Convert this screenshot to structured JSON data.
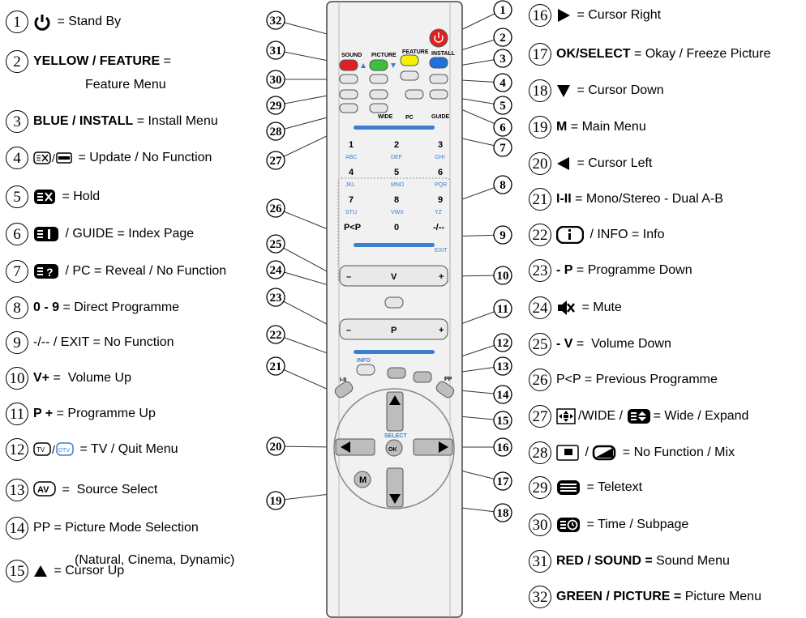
{
  "left_legend": [
    {
      "num": "1",
      "icon": "power-icon",
      "bold": "",
      "text": " = Stand By"
    },
    {
      "num": "2",
      "icon": "",
      "bold": "YELLOW / FEATURE",
      "text": " ="
    },
    {
      "num": "3",
      "icon": "",
      "bold": "BLUE / INSTALL",
      "text": " = Install Menu"
    },
    {
      "num": "4",
      "icon": "update-icon",
      "bold": "",
      "text": " = Update / No Function"
    },
    {
      "num": "5",
      "icon": "hold-icon",
      "bold": "",
      "text": " = Hold"
    },
    {
      "num": "6",
      "icon": "index-icon",
      "bold": "",
      "text": " / GUIDE = Index Page"
    },
    {
      "num": "7",
      "icon": "reveal-icon",
      "bold": "",
      "text": " / PC = Reveal / No Function"
    },
    {
      "num": "8",
      "icon": "",
      "bold": "0 - 9",
      "text": " = Direct Programme"
    },
    {
      "num": "9",
      "icon": "",
      "bold": "",
      "text": "-/-- / EXIT = No Function"
    },
    {
      "num": "10",
      "icon": "",
      "bold": "V+",
      "text": " =  Volume Up"
    },
    {
      "num": "11",
      "icon": "",
      "bold": "P +",
      "text": " = Programme Up"
    },
    {
      "num": "12",
      "icon": "tv-icon",
      "bold": "",
      "text": " = TV / Quit Menu"
    },
    {
      "num": "13",
      "icon": "av-icon",
      "bold": "",
      "text": " =  Source Select"
    },
    {
      "num": "14",
      "icon": "",
      "bold": "",
      "text": "PP = Picture Mode Selection"
    },
    {
      "num": "15",
      "icon": "triangle-up-icon",
      "bold": "",
      "text": " = Cursor Up"
    }
  ],
  "left_continuations": {
    "feature": "Feature Menu",
    "picture_modes": "(Natural, Cinema, Dynamic)"
  },
  "right_legend": [
    {
      "num": "16",
      "icon": "triangle-right-icon",
      "bold": "",
      "text": " = Cursor Right"
    },
    {
      "num": "17",
      "icon": "",
      "bold": "OK/SELECT",
      "text": " = Okay / Freeze Picture"
    },
    {
      "num": "18",
      "icon": "triangle-down-icon",
      "bold": "",
      "text": " = Cursor Down"
    },
    {
      "num": "19",
      "icon": "",
      "bold": "M",
      "text": " = Main Menu"
    },
    {
      "num": "20",
      "icon": "triangle-left-icon",
      "bold": "",
      "text": " = Cursor Left"
    },
    {
      "num": "21",
      "icon": "",
      "bold": "I-II",
      "text": " = Mono/Stereo - Dual A-B"
    },
    {
      "num": "22",
      "icon": "info-icon",
      "bold": "",
      "text": " / INFO = Info"
    },
    {
      "num": "23",
      "icon": "",
      "bold": "- P",
      "text": " = Programme Down"
    },
    {
      "num": "24",
      "icon": "mute-icon",
      "bold": "",
      "text": " = Mute"
    },
    {
      "num": "25",
      "icon": "",
      "bold": "- V",
      "text": " =  Volume Down"
    },
    {
      "num": "26",
      "icon": "",
      "bold": "",
      "text": "P<P = Previous Programme"
    },
    {
      "num": "27",
      "icon": "wide-icon",
      "bold": "",
      "text": "/WIDE / ",
      "icon2": "expand-icon",
      "text2": "= Wide / Expand"
    },
    {
      "num": "28",
      "icon": "square-icon",
      "bold": "",
      "text": " / ",
      "icon2": "mix-icon",
      "text2": " = No Function / Mix"
    },
    {
      "num": "29",
      "icon": "teletext-icon",
      "bold": "",
      "text": " = Teletext"
    },
    {
      "num": "30",
      "icon": "time-icon",
      "bold": "",
      "text": " = Time / Subpage"
    },
    {
      "num": "31",
      "icon": "",
      "bold": "RED / SOUND =",
      "text": " Sound Menu"
    },
    {
      "num": "32",
      "icon": "",
      "bold": "GREEN / PICTURE =",
      "text": " Picture Menu"
    }
  ],
  "remote": {
    "color_labels": [
      "SOUND",
      "PICTURE",
      "FEATURE",
      "INSTALL"
    ],
    "colors": {
      "red": "#e02020",
      "green": "#3cc03c",
      "yellow": "#f4f000",
      "blue": "#2070d8",
      "accent": "#3b7fd0",
      "body": "#f0f0f0"
    },
    "row_labels": [
      "WIDE",
      "PC",
      "GUIDE"
    ],
    "digits": [
      "1",
      "2",
      "3",
      "4",
      "5",
      "6",
      "7",
      "8",
      "9",
      "P<P",
      "0",
      "-/--"
    ],
    "letters": [
      "ABC",
      "DEF",
      "GHI",
      "JKL",
      "MNO",
      "PQR",
      "STU",
      "VWX",
      "YZ"
    ],
    "exit_label": "EXIT",
    "v_label": "V",
    "p_label": "P",
    "minus": "–",
    "plus": "+",
    "info_label": "INFO",
    "select_label": "SELECT",
    "ok_label": "OK",
    "m_label": "M",
    "i_ii_label": "I-II",
    "pp_label": "PP",
    "callouts": [
      "1",
      "2",
      "3",
      "4",
      "5",
      "6",
      "7",
      "8",
      "9",
      "10",
      "11",
      "12",
      "13",
      "14",
      "15",
      "16",
      "17",
      "18",
      "19",
      "20",
      "21",
      "22",
      "23",
      "24",
      "25",
      "26",
      "27",
      "28",
      "29",
      "30",
      "31",
      "32"
    ]
  }
}
